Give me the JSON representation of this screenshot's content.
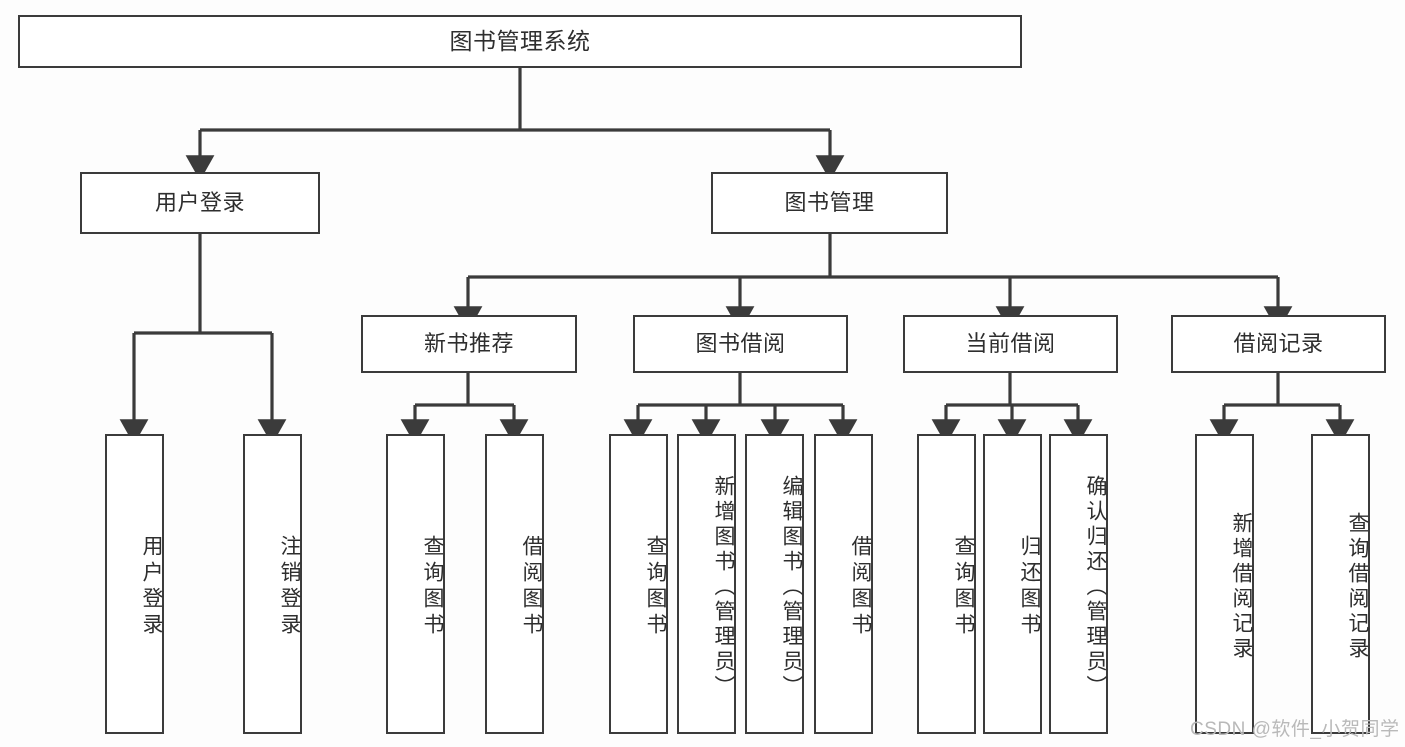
{
  "diagram": {
    "title": "图书管理系统",
    "type": "tree-hierarchy",
    "colors": {
      "stroke": "#3b3b3b",
      "fill": "#ffffff",
      "background": "#fdfdfd",
      "text": "#2e2e2e",
      "watermark": "#b9b9b9"
    },
    "levels": {
      "root": {
        "label": "图书管理系统"
      },
      "level2": [
        {
          "label": "用户登录"
        },
        {
          "label": "图书管理"
        }
      ],
      "level3": [
        {
          "label": "新书推荐"
        },
        {
          "label": "图书借阅"
        },
        {
          "label": "当前借阅"
        },
        {
          "label": "借阅记录"
        }
      ],
      "leaves": {
        "user_login": [
          {
            "label": "用户登录"
          },
          {
            "label": "注销登录"
          }
        ],
        "new_book_recommend": [
          {
            "label": "查询图书"
          },
          {
            "label": "借阅图书"
          }
        ],
        "book_borrow": [
          {
            "label": "查询图书"
          },
          {
            "label": "新增图书（管理员）"
          },
          {
            "label": "编辑图书（管理员）"
          },
          {
            "label": "借阅图书"
          }
        ],
        "current_borrow": [
          {
            "label": "查询图书"
          },
          {
            "label": "归还图书"
          },
          {
            "label": "确认归还（管理员）"
          }
        ],
        "borrow_record": [
          {
            "label": "新增借阅记录"
          },
          {
            "label": "查询借阅记录"
          }
        ]
      }
    },
    "watermark": "CSDN @软件_小贺同学"
  }
}
